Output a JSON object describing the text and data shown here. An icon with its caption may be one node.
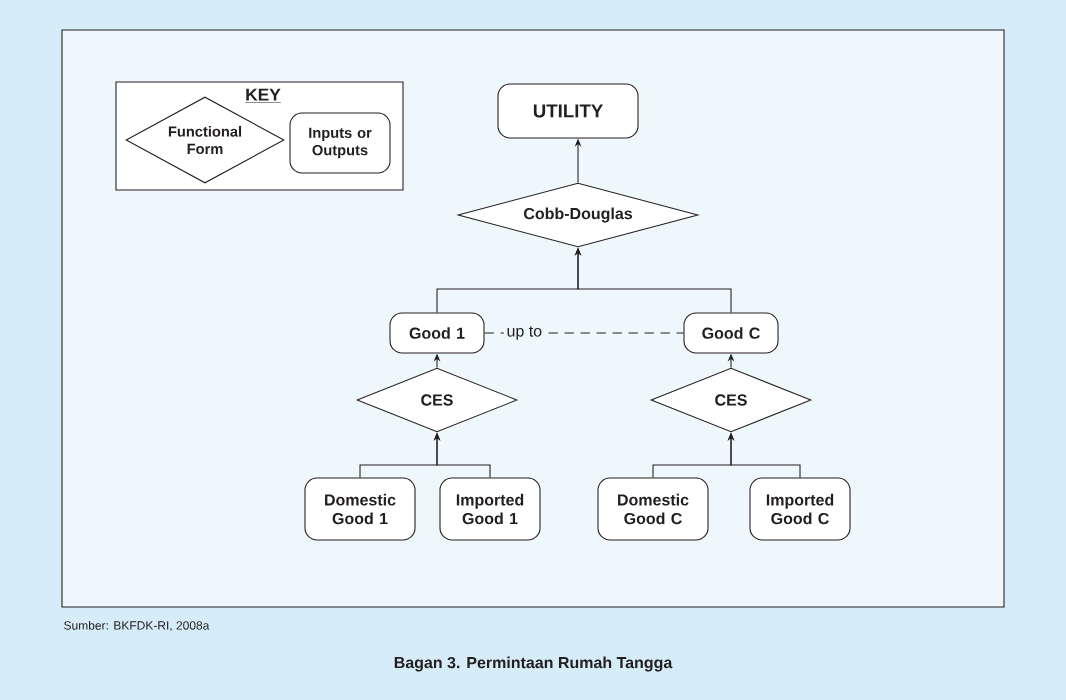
{
  "diagram": {
    "caption": "Bagan 3.  Permintaan Rumah Tangga",
    "nodes": [
      {
        "text": [
          "KEY"
        ]
      },
      {
        "text": [
          "Functional Form"
        ],
        "in": 0
      },
      {
        "text": [
          "Inputs or Outputs"
        ],
        "in": 0
      },
      {
        "text": [
          "UTILITY"
        ]
      },
      {
        "text": [
          "Cobb-Douglas"
        ]
      },
      {
        "text": [
          "Good 1"
        ]
      },
      {
        "text": [
          "Good C"
        ]
      },
      {
        "text": [
          "CES"
        ]
      },
      {
        "text": [
          "CES"
        ]
      },
      {
        "text": [
          "Domestic Good 1"
        ]
      },
      {
        "text": [
          "Imported Good 1"
        ]
      },
      {
        "text": [
          "Domestic Good C"
        ]
      },
      {
        "text": [
          "Imported Good C"
        ]
      }
    ],
    "edges": [
      {
        "from": 4,
        "to": 3,
        "arrow": "to"
      },
      {
        "from": 5,
        "to": 4,
        "arrow": "to"
      },
      {
        "from": 6,
        "to": 4,
        "arrow": "to"
      },
      {
        "from": 5,
        "to": 6,
        "arrow": "none",
        "style": "dashed",
        "label": "up to"
      },
      {
        "from": 7,
        "to": 5,
        "arrow": "to"
      },
      {
        "from": 8,
        "to": 6,
        "arrow": "to"
      },
      {
        "from": 9,
        "to": 7,
        "arrow": "to"
      },
      {
        "from": 10,
        "to": 7,
        "arrow": "to"
      },
      {
        "from": 11,
        "to": 8,
        "arrow": "to"
      },
      {
        "from": 12,
        "to": 8,
        "arrow": "to"
      }
    ],
    "labels": [
      "Sumber: BKFDK-RI, 2008a"
    ]
  }
}
